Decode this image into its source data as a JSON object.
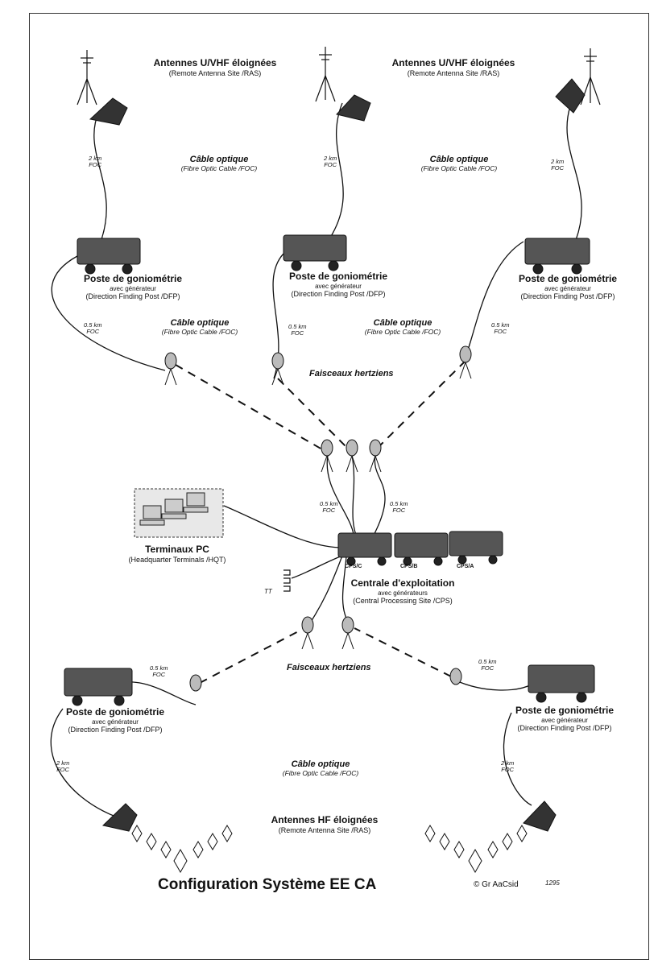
{
  "rus": {
    "title": "Antennes U/VHF éloignées",
    "subtitle": "(Remote Antenna Site /RAS)"
  },
  "rus_hf": {
    "title": "Antennes HF éloignées",
    "subtitle": "(Remote Antenna Site /RAS)"
  },
  "cable": {
    "title": "Câble optique",
    "subtitle": "(Fibre Optic Cable /FOC)"
  },
  "dfp": {
    "title": "Poste de goniométrie",
    "sub": "avec générateur",
    "subtitle": "(Direction Finding Post /DFP)"
  },
  "dist": {
    "d2": "2 km",
    "d05": "0.5 km",
    "foc": "FOC"
  },
  "faisceaux": "Faisceaux hertziens",
  "terminals": {
    "title": "Terminaux PC",
    "subtitle": "(Headquarter Terminals /HQT)"
  },
  "cps": {
    "title": "Centrale d'exploitation",
    "sub": "avec générateurs",
    "subtitle": "(Central Processing Site /CPS)",
    "labels": [
      "CPS/C",
      "CPS/B",
      "CPS/A"
    ]
  },
  "tt": "TT",
  "footer": {
    "title": "Configuration Système EE CA",
    "copyright": "© Gr AaCsid",
    "code": "1295"
  }
}
